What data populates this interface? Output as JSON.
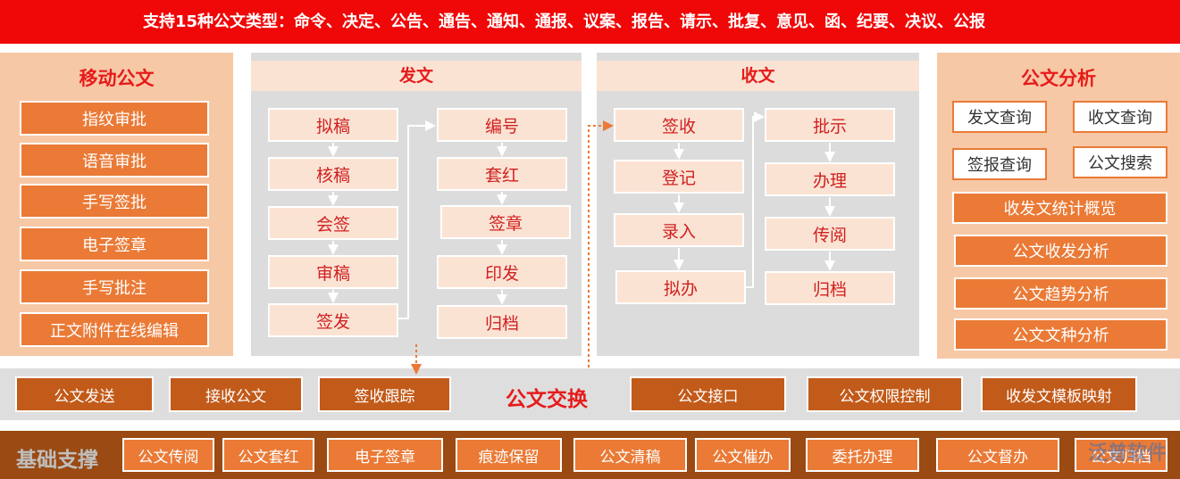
{
  "banner": {
    "text": "支持15种公文类型：命令、决定、公告、通告、通知、通报、议案、报告、请示、批复、意见、函、纪要、决议、公报"
  },
  "mobile": {
    "title": "移动公文",
    "items": [
      "指纹审批",
      "语音审批",
      "手写签批",
      "电子签章",
      "手写批注",
      "正文附件在线编辑"
    ]
  },
  "send": {
    "title": "发文",
    "left_steps": [
      "拟稿",
      "核稿",
      "会签",
      "审稿",
      "签发"
    ],
    "right_steps": [
      "编号",
      "套红",
      "签章",
      "印发",
      "归档"
    ]
  },
  "receive": {
    "title": "收文",
    "left_steps": [
      "签收",
      "登记",
      "录入",
      "拟办"
    ],
    "right_steps": [
      "批示",
      "办理",
      "传阅",
      "归档"
    ]
  },
  "analysis": {
    "title": "公文分析",
    "buttons": [
      "发文查询",
      "收文查询",
      "签报查询",
      "公文搜索",
      "收发文统计概览",
      "公文收发分析",
      "公文趋势分析",
      "公文文种分析"
    ]
  },
  "exchange": {
    "label": "公文交换",
    "items": [
      "公文发送",
      "接收公文",
      "签收跟踪",
      "公文接口",
      "公文权限控制",
      "收发文模板映射"
    ]
  },
  "base": {
    "label": "基础支撑",
    "items": [
      "公文传阅",
      "公文套红",
      "电子签章",
      "痕迹保留",
      "公文清稿",
      "公文催办",
      "委托办理",
      "公文督办",
      "公文归档"
    ]
  },
  "watermark": "泛普软件",
  "colors": {
    "banner": "#f00707",
    "accent_orange": "#ea7a36",
    "title_red": "#e61b1b",
    "peach": "#f7c8a6",
    "base_brown": "#9a4a12"
  }
}
